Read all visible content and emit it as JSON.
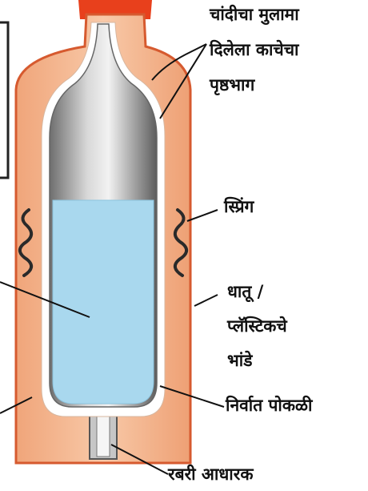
{
  "labels": {
    "coating_line1": "चांदीचा मुलामा",
    "coating_line2": "दिलेला काचेचा",
    "coating_line3": "पृष्ठभाग",
    "spring": "स्प्रिंग",
    "case_line1": "धातू /",
    "case_line2": "प्लॅस्टिकचे",
    "case_line3": "भांडे",
    "vacuum": "निर्वात पोकळी",
    "support": "रबरी आधारक"
  },
  "colors": {
    "cap": "#e8401c",
    "outer_case": "#f3b287",
    "case_outline": "#d65a2f",
    "vacuum": "#ffffff",
    "glass_silver": "#9b9b9b",
    "liquid": "#a9d8ee",
    "spring": "#2a2a2a"
  }
}
